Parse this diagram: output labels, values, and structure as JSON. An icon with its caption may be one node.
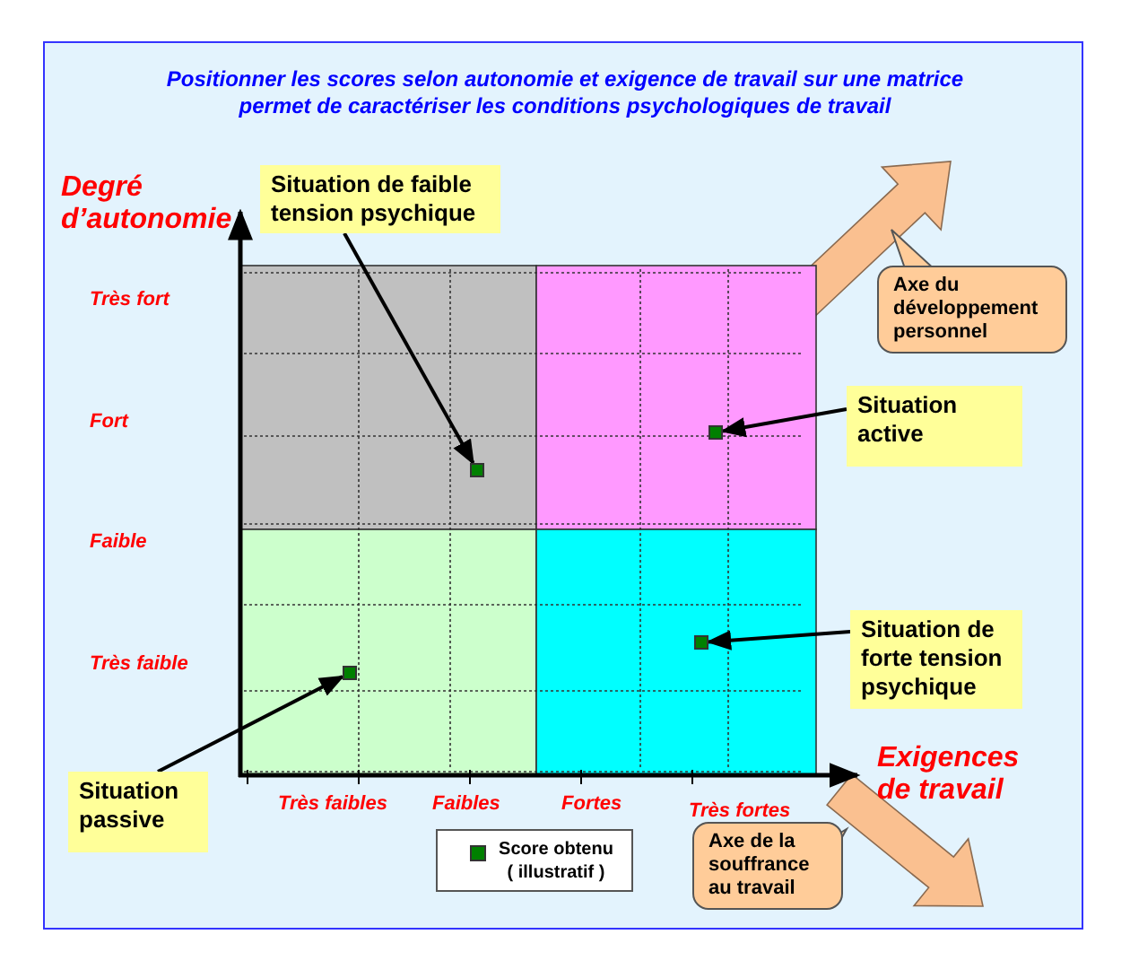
{
  "diagram": {
    "title": "Positionner les scores selon autonomie et exigence de travail sur une matrice permet de caractériser les conditions psychologiques de travail",
    "nodes": [
      {
        "text": [
          "Situation de faible tension psychique"
        ]
      },
      {
        "text": [],
        "shape": "box"
      },
      {
        "text": [
          "Situation active"
        ]
      },
      {
        "text": [],
        "shape": "box"
      },
      {
        "text": [
          "Situation de forte tension psychique"
        ]
      },
      {
        "text": [],
        "shape": "box"
      },
      {
        "text": [
          "Situation passive"
        ]
      },
      {
        "text": [],
        "shape": "box"
      },
      {
        "text": [
          "Axe du développement personnel"
        ]
      },
      {
        "text": [
          "Axe de la souffrance au travail"
        ]
      }
    ],
    "edges": [
      {
        "from": 0,
        "to": 1,
        "arrow": "to"
      },
      {
        "from": 2,
        "to": 3,
        "arrow": "to"
      },
      {
        "from": 4,
        "to": 5,
        "arrow": "to"
      },
      {
        "from": 6,
        "to": 7,
        "arrow": "to"
      }
    ],
    "labels": [
      "Degré d’autonomie",
      "Très fort",
      "Fort",
      "Faible",
      "Très faible",
      "Exigences de travail",
      "Très faibles",
      "Faibles",
      "Fortes",
      "Très fortes"
    ],
    "legend": [
      {
        "text": "Score obtenu ( illustratif )",
        "color": "#008000"
      }
    ]
  }
}
